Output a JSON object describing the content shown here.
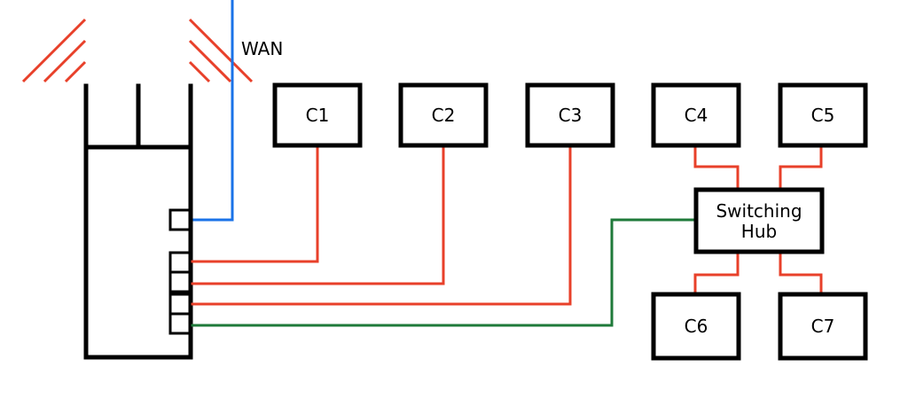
{
  "wan_label": "WAN",
  "clients": {
    "c1": "C1",
    "c2": "C2",
    "c3": "C3",
    "c4": "C4",
    "c5": "C5",
    "c6": "C6",
    "c7": "C7"
  },
  "hub": {
    "line1": "Switching",
    "line2": "Hub"
  },
  "colors": {
    "ethernet": "#e8402a",
    "wan": "#1a73e8",
    "uplink": "#1f7a3a",
    "outline": "#000000"
  }
}
